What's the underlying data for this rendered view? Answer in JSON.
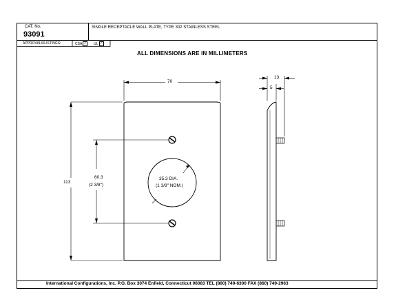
{
  "header": {
    "cat_label": "CAT. No.",
    "cat_number": "93091",
    "description": "SINGLE RECEPTACLE WALL PLATE, TYPE 302 STAINLESS STEEL",
    "approvals_label": "APPROVALS/LISTINGS:",
    "approvals": [
      {
        "name": "CSA",
        "checked": true,
        "mark": "✓"
      },
      {
        "name": "UL",
        "checked": true,
        "mark": "✓"
      }
    ]
  },
  "drawing": {
    "units_note": "ALL DIMENSIONS ARE IN MILLIMETERS",
    "width_dim": "70",
    "height_dim": "113",
    "spacing_dim": "60.3",
    "spacing_inch": "(2 3/8\")",
    "hole_dia": "35.3 DIA.",
    "hole_nom": "(1 3/8\" NOM.)",
    "side_depth": "13",
    "side_thickness": "5"
  },
  "footer": {
    "text": "International Configurations, Inc.  P.O. Box 3074  Enfield, Connecticut 06083  TEL (860) 749-6300  FAX (860) 749-2963"
  }
}
